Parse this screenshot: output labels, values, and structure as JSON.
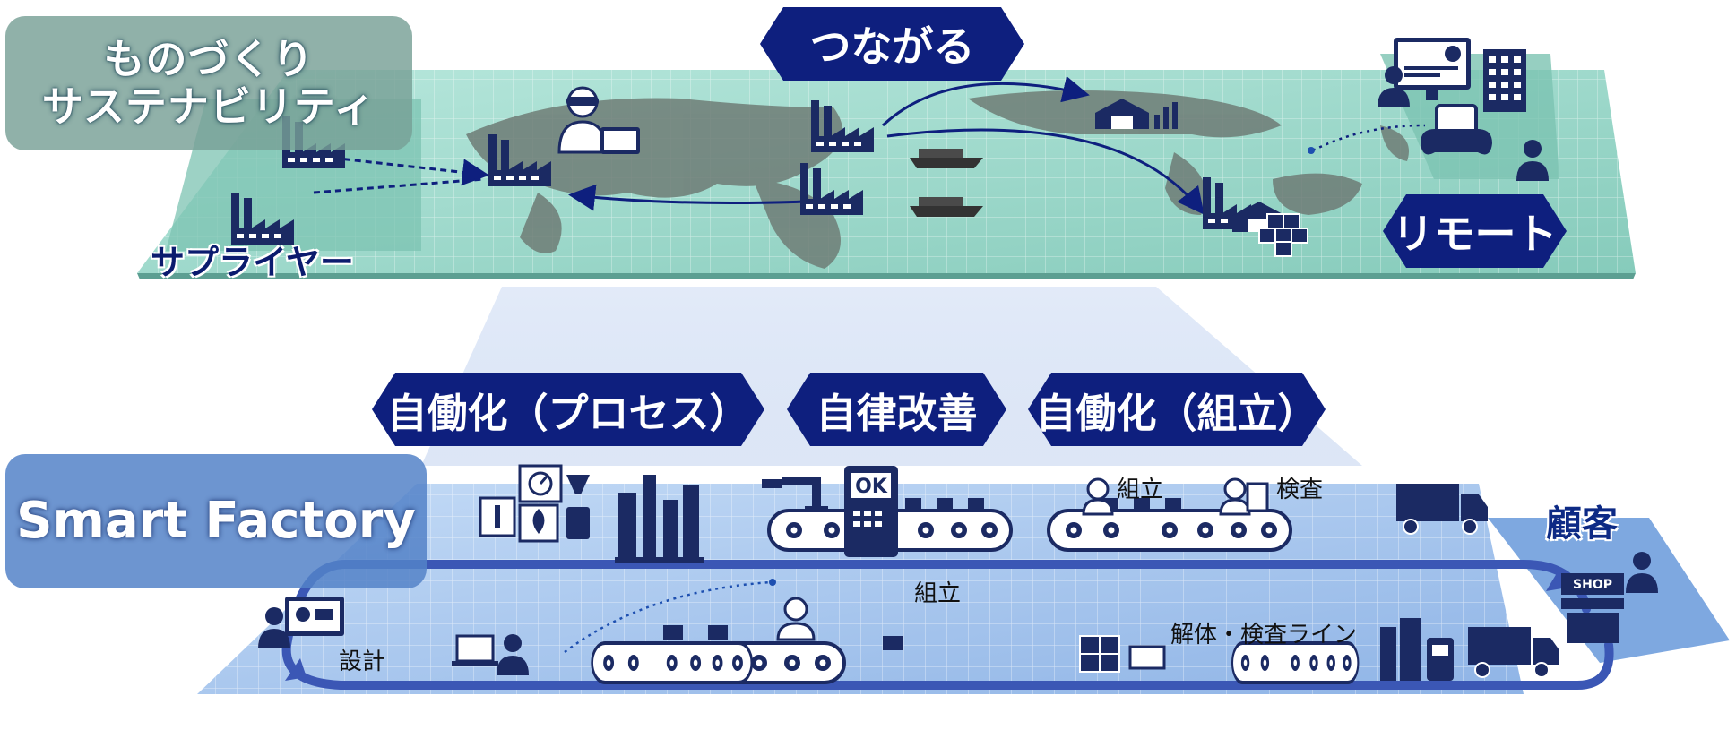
{
  "global_labels": {
    "monozukuri": "ものづくり\nサステナビリティ",
    "tsunagaru": "つながる",
    "remote": "リモート",
    "supplier": "サプライヤー"
  },
  "factory_labels": {
    "smart_factory": "Smart Factory",
    "auto_process": "自働化（プロセス）",
    "autonomous_improvement": "自律改善",
    "auto_assembly": "自働化（組立）",
    "customer": "顧客",
    "assembly_1": "組立",
    "inspection": "検査",
    "assembly_2": "組立",
    "design": "設計",
    "disassembly_line": "解体・検査ライン",
    "ok_badge": "OK",
    "shop_sign": "SHOP"
  },
  "icons": [
    "factory-icon",
    "worker-vr-icon",
    "warehouse-icon",
    "ship-icon",
    "truck-icon",
    "dashboard-icon",
    "building-icon",
    "gamepad-icon",
    "gauge-icon",
    "robot-arm-icon",
    "conveyor-icon",
    "shop-icon",
    "operator-headset-icon",
    "design-pc-icon"
  ],
  "colors": {
    "navy": "#0e1f7e",
    "mint_platform": "#9fd9cc",
    "blue_platform": "#a7c6ef",
    "icon_dark": "#1b2a63",
    "loop_blue": "#3b57b5"
  }
}
